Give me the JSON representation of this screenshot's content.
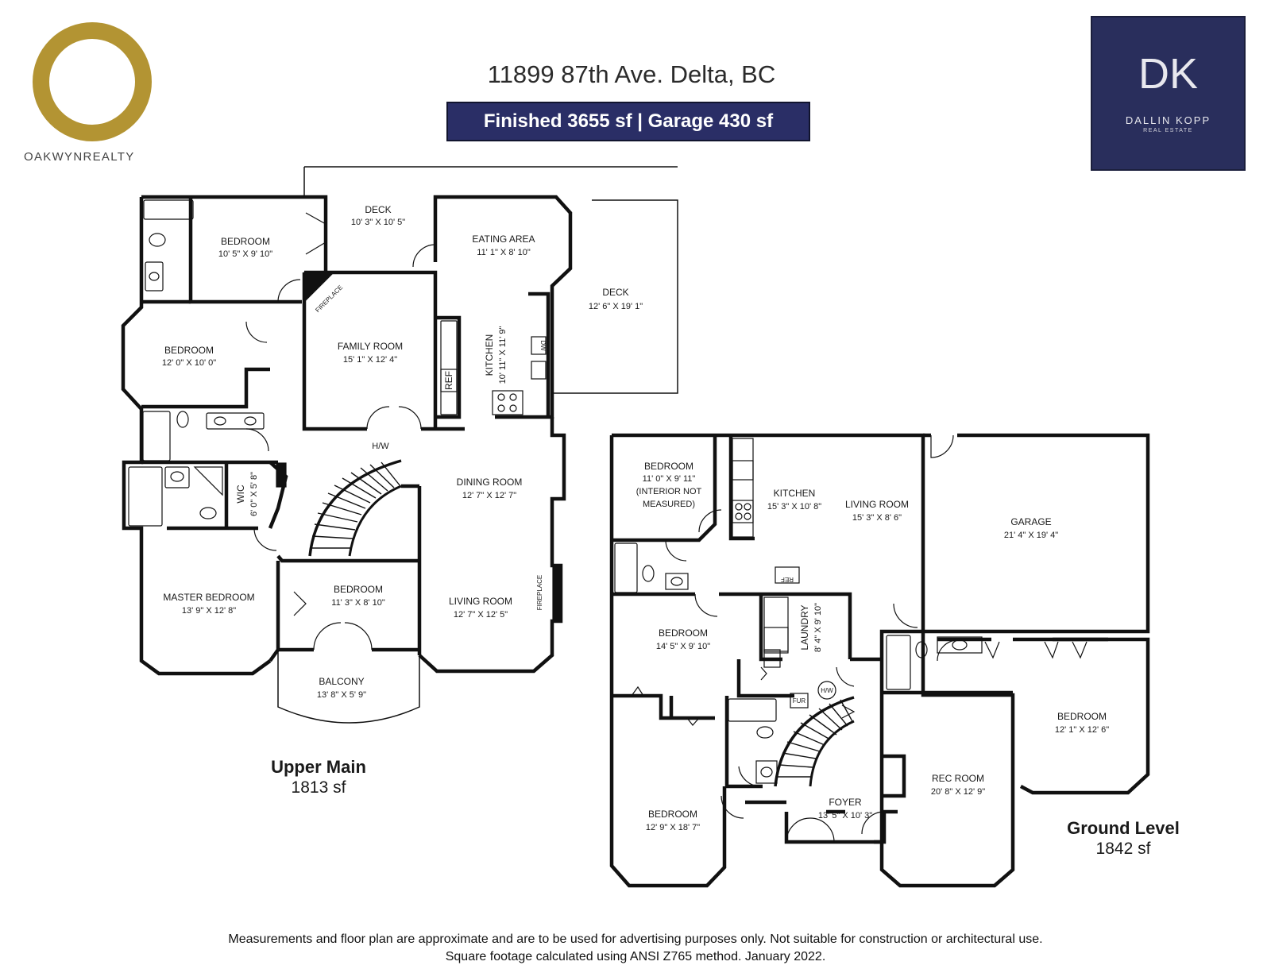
{
  "header": {
    "address": "11899 87th Ave. Delta, BC",
    "area_summary": "Finished 3655 sf  |  Garage 430 sf"
  },
  "branding": {
    "left_brand": "OAKWYNREALTY",
    "right_mark": "DK",
    "right_brand": "DALLIN KOPP",
    "right_sub": "REAL ESTATE",
    "accent_gold": "#b39433",
    "accent_navy": "#292e5c"
  },
  "upper": {
    "title": "Upper Main",
    "area": "1813 sf",
    "deck_top_name": "DECK",
    "deck_top_dim": "10' 3\" X 10' 5\"",
    "bed_top_name": "BEDROOM",
    "bed_top_dim": "10' 5\" X 9' 10\"",
    "bed_left_name": "BEDROOM",
    "bed_left_dim": "12' 0\" X 10' 0\"",
    "eating_name": "EATING AREA",
    "eating_dim": "11' 1\" X 8' 10\"",
    "deck_right_name": "DECK",
    "deck_right_dim": "12' 6\" X 19' 1\"",
    "family_name": "FAMILY ROOM",
    "family_dim": "15' 1\" X 12' 4\"",
    "kitchen_name": "KITCHEN",
    "kitchen_dim": "10' 11\" X 11' 9\"",
    "fireplace1": "FIREPLACE",
    "ref": "REF",
    "dw": "DW",
    "hw": "H/W",
    "wic": "WIC",
    "wic_dim": "6' 0\" X 5' 8\"",
    "dining_name": "DINING ROOM",
    "dining_dim": "12' 7\" X 12' 7\"",
    "master_name": "MASTER BEDROOM",
    "master_dim": "13' 9\" X 12' 8\"",
    "bed_mid_name": "BEDROOM",
    "bed_mid_dim": "11' 3\" X 8' 10\"",
    "living_name": "LIVING ROOM",
    "living_dim": "12' 7\" X 12' 5\"",
    "fireplace2": "FIREPLACE",
    "balcony_name": "BALCONY",
    "balcony_dim": "13' 8\" X 5' 9\""
  },
  "ground": {
    "title": "Ground Level",
    "area": "1842 sf",
    "bed_a_name": "BEDROOM",
    "bed_a_dim": "11' 0\" X 9' 11\"",
    "bed_a_note1": "(INTERIOR NOT",
    "bed_a_note2": "MEASURED)",
    "kitchen_name": "KITCHEN",
    "kitchen_dim": "15' 3\" X 10' 8\"",
    "living_name": "LIVING ROOM",
    "living_dim": "15' 3\" X 8' 6\"",
    "garage_name": "GARAGE",
    "garage_dim": "21' 4\" X 19' 4\"",
    "ref": "REF",
    "bed_b_name": "BEDROOM",
    "bed_b_dim": "14' 5\" X 9' 10\"",
    "laundry_name": "LAUNDRY",
    "laundry_dim": "8' 4\" X 9' 10\"",
    "fur": "FUR",
    "hw": "H/W",
    "bed_c_name": "BEDROOM",
    "bed_c_dim": "12' 1\" X 12' 6\"",
    "rec_name": "REC ROOM",
    "rec_dim": "20' 8\" X 12' 9\"",
    "bed_d_name": "BEDROOM",
    "bed_d_dim": "12' 9\" X 18' 7\"",
    "foyer_name": "FOYER",
    "foyer_dim": "13' 5\" X 10' 3\""
  },
  "footer": {
    "disclaimer_1": "Measurements and floor plan are approximate and are to be used for advertising purposes only. Not suitable for construction or architectural use.",
    "disclaimer_2": "Square footage calculated using ANSI Z765 method. January 2022."
  }
}
